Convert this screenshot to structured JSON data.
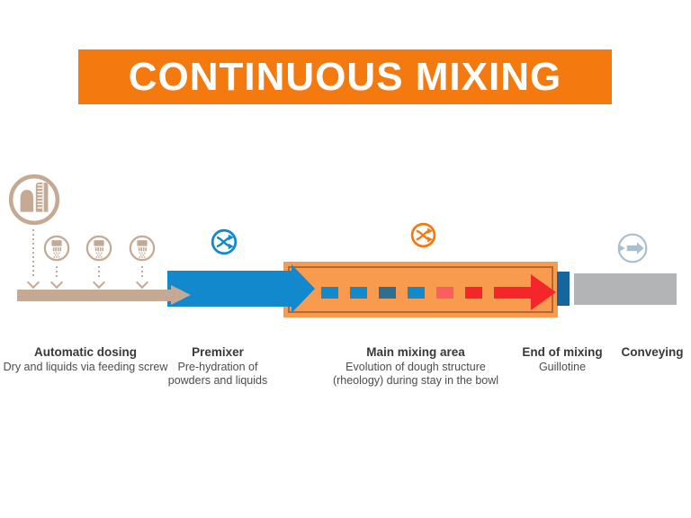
{
  "banner": {
    "title": "CONTINUOUS MIXING"
  },
  "colors": {
    "banner_orange": "#F47A10",
    "box_fill": "#F89B4F",
    "box_border": "#B5682F",
    "tan": "#C4AA94",
    "blue": "#1389CD",
    "steel_blue": "#2E6E94",
    "salmon": "#FA5F60",
    "red": "#F2262B",
    "dark_blue": "#15659E",
    "gray": "#B2B4B6",
    "conveyor_steel": "#A9C0D3",
    "label_dark": "#383838",
    "label_gray": "#4D4D4D"
  },
  "flow": {
    "dashes": [
      "blue",
      "blue",
      "steel_blue",
      "blue",
      "salmon",
      "red",
      "red"
    ]
  },
  "stages": [
    {
      "label": "Automatic dosing",
      "description": "Dry and liquids via feeding screw"
    },
    {
      "label": "Premixer",
      "description": "Pre-hydration of\npowders and liquids"
    },
    {
      "label": "Main mixing area",
      "description": "Evolution of dough structure\n(rheology) during stay in the bowl"
    },
    {
      "label": "End of mixing",
      "description": "Guillotine"
    },
    {
      "label": "Conveying",
      "description": ""
    }
  ]
}
